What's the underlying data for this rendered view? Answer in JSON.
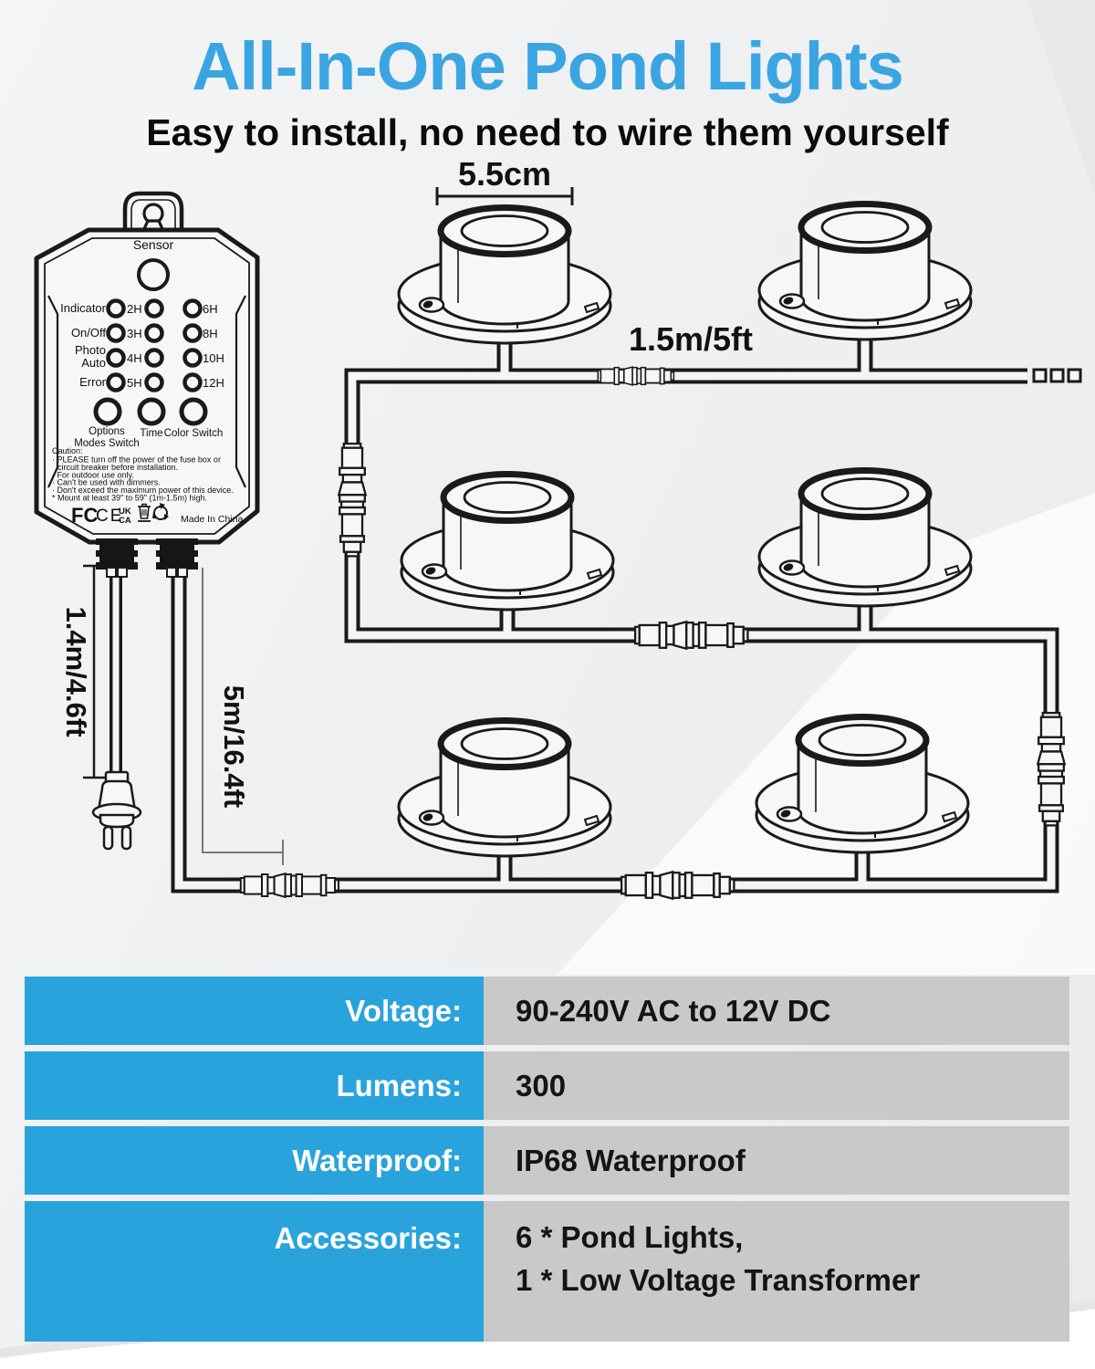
{
  "header": {
    "title": "All-In-One Pond Lights",
    "subtitle": "Easy to install, no need to wire them yourself"
  },
  "dims": {
    "light_width": "5.5cm",
    "spacing_cable": "1.5m/5ft",
    "power_cord": "1.4m/4.6ft",
    "main_cable": "5m/16.4ft"
  },
  "transformer": {
    "sensor": "Sensor",
    "rows": [
      {
        "label": "Indicator",
        "mid": "2H",
        "right": "6H"
      },
      {
        "label": "On/Off",
        "mid": "3H",
        "right": "8H"
      },
      {
        "label": "Photo",
        "label2": "Auto",
        "mid": "4H",
        "right": "10H"
      },
      {
        "label": "Error",
        "mid": "5H",
        "right": "12H"
      }
    ],
    "btn1_line1": "Options",
    "btn1_line2": "Modes Switch",
    "btn2": "Time",
    "btn3": "Color Switch",
    "caution": [
      "Caution:",
      "· PLEASE turn off the power of the fuse box or",
      "circuit breaker before installation.",
      "· For outdoor use only.",
      "· Can't be used with dimmers.",
      "· Don't exceed the maximum power of this device.",
      "* Mount at least 39\" to 59\" (1m-1.5m) high."
    ],
    "cert_fcc": "FC",
    "cert_ce": "CE",
    "cert_uk": "UK",
    "cert_ca": "CA",
    "made_in": "Made In China"
  },
  "specs": {
    "rows": [
      {
        "label": "Voltage:",
        "value": "90-240V AC to 12V DC"
      },
      {
        "label": "Lumens:",
        "value": "300"
      },
      {
        "label": "Waterproof:",
        "value": "IP68 Waterproof"
      },
      {
        "label": "Accessories:",
        "value": "6 * Pond Lights,",
        "value2": "1 * Low Voltage Transformer"
      }
    ]
  },
  "colors": {
    "accent_blue": "#3BA5E2",
    "table_label_bg": "#29A3DC",
    "table_value_bg": "#C9C9C9",
    "line_art": "#1A1A1A"
  }
}
